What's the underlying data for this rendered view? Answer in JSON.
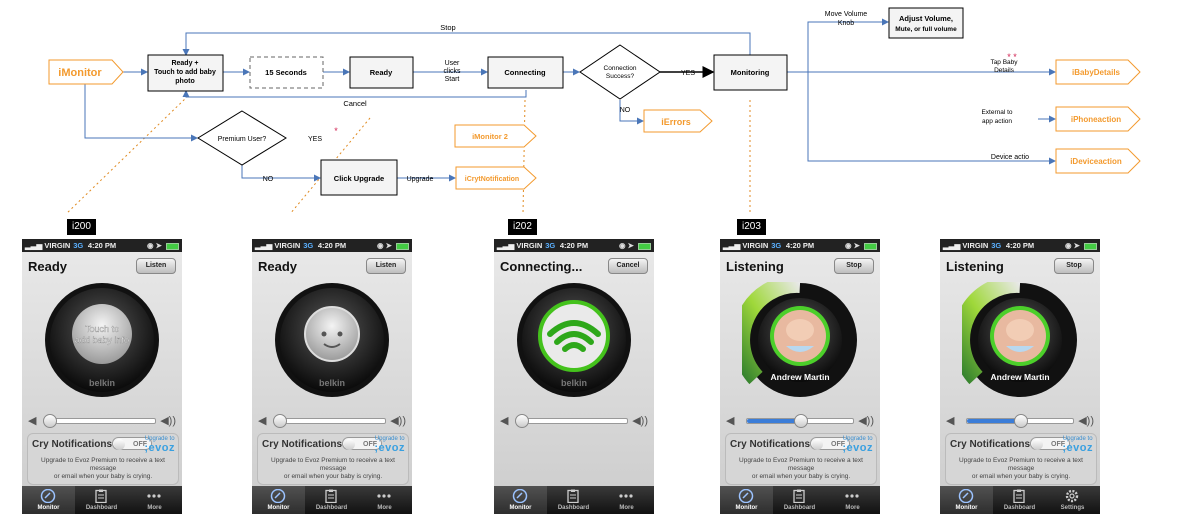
{
  "flow": {
    "nodes": {
      "imonitor": "iMonitor",
      "ready_touch": [
        "Ready +",
        "Touch to add baby",
        "photo"
      ],
      "fifteen": "15 Seconds",
      "ready": "Ready",
      "user_clicks": [
        "User",
        "clicks",
        "Start"
      ],
      "connecting": "Connecting",
      "connection_success": [
        "Connection",
        "Success?"
      ],
      "yes1": "YES",
      "monitoring": "Monitoring",
      "move_volume": [
        "Move Volume",
        "Knob"
      ],
      "adjust_volume": [
        "Adjust Volume,",
        "Mute, or full volume"
      ],
      "tap_baby": [
        "Tap Baby",
        "Details"
      ],
      "ibabydetails": "iBabyDetails",
      "external": [
        "External to",
        "app action"
      ],
      "iphoneaction": "iPhoneaction",
      "device_actio": "Device actio",
      "ideviceaction": "iDeviceaction",
      "stop": "Stop",
      "cancel": "Cancel",
      "no1": "NO",
      "ierrors": "iErrors",
      "premium_user": "Premium User?",
      "yes2": "YES",
      "imonitor2": "iMonitor 2",
      "no2": "NO",
      "click_upgrade": "Click Upgrade",
      "upgrade": "Upgrade",
      "icrytnotification": "iCrytNotification",
      "asterisk": "*",
      "double_asterisk": "* *"
    },
    "colors": {
      "orange": "#f39a2e",
      "line": "#4a76b8",
      "dotted": "#e08a20"
    }
  },
  "tags": [
    "i200",
    "i202",
    "i203"
  ],
  "phones": [
    {
      "status": {
        "carrier": "VIRGIN",
        "net": "3G",
        "time": "4:20 PM"
      },
      "title": "Ready",
      "top_button": "Listen",
      "dial": {
        "kind": "touch",
        "text": [
          "Touch to",
          "add baby info"
        ],
        "brand": "belkin"
      },
      "volume": 0.0,
      "cry_label": "Cry Notifications",
      "toggle": "OFF",
      "upgrade": "Upgrade to",
      "evoz": ";evoz",
      "desc": [
        "Upgrade to Evoz Premium to receive a text message",
        "or email when your baby is crying."
      ],
      "tabs": [
        "Monitor",
        "Dashboard",
        "More"
      ]
    },
    {
      "status": {
        "carrier": "VIRGIN",
        "net": "3G",
        "time": "4:20 PM"
      },
      "title": "Ready",
      "top_button": "Listen",
      "dial": {
        "kind": "face",
        "text": [],
        "brand": "belkin"
      },
      "volume": 0.0,
      "cry_label": "Cry Notifications",
      "toggle": "OFF",
      "upgrade": "Upgrade to",
      "evoz": ";evoz",
      "desc": [
        "Upgrade to Evoz Premium to receive a text message",
        "or email when your baby is crying."
      ],
      "tabs": [
        "Monitor",
        "Dashboard",
        "More"
      ]
    },
    {
      "status": {
        "carrier": "VIRGIN",
        "net": "3G",
        "time": "4:20 PM"
      },
      "title": "Connecting...",
      "top_button": "Cancel",
      "dial": {
        "kind": "wifi",
        "text": [],
        "brand": "belkin"
      },
      "volume": 0.0,
      "cry_label": "",
      "toggle": "",
      "upgrade": "",
      "evoz": "",
      "desc": [],
      "tabs": [
        "Monitor",
        "Dashboard",
        "More"
      ]
    },
    {
      "status": {
        "carrier": "VIRGIN",
        "net": "3G",
        "time": "4:20 PM"
      },
      "title": "Listening",
      "top_button": "Stop",
      "dial": {
        "kind": "baby",
        "text": [
          "Andrew Martin"
        ],
        "brand": ""
      },
      "volume": 0.5,
      "cry_label": "Cry Notifications",
      "toggle": "OFF",
      "upgrade": "Upgrade to",
      "evoz": ";evoz",
      "desc": [
        "Upgrade to Evoz Premium to receive a text message",
        "or email when your baby is crying."
      ],
      "tabs": [
        "Monitor",
        "Dashboard",
        "More"
      ]
    },
    {
      "status": {
        "carrier": "VIRGIN",
        "net": "3G",
        "time": "4:20 PM"
      },
      "title": "Listening",
      "top_button": "Stop",
      "dial": {
        "kind": "baby",
        "text": [
          "Andrew Martin"
        ],
        "brand": ""
      },
      "volume": 0.5,
      "cry_label": "Cry Notifications",
      "toggle": "OFF",
      "upgrade": "Upgrade to",
      "evoz": ";evoz",
      "desc": [
        "Upgrade to Evoz Premium to receive a text message",
        "or email when your baby is crying."
      ],
      "tabs": [
        "Monitor",
        "Dashboard",
        "Settings"
      ]
    }
  ]
}
